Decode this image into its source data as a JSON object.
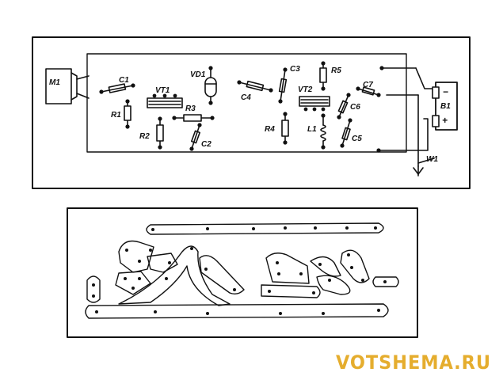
{
  "labels": {
    "m1": "M1",
    "c1": "C1",
    "vt1": "VT1",
    "vd1": "VD1",
    "c3": "C3",
    "r5": "R5",
    "c7": "C7",
    "r1": "R1",
    "r2": "R2",
    "r3": "R3",
    "c2": "C2",
    "c4": "C4",
    "vt2": "VT2",
    "c6": "C6",
    "b1": "B1",
    "r4": "R4",
    "l1": "L1",
    "c5": "C5",
    "w1": "W1",
    "minus": "−",
    "plus": "+"
  },
  "watermark": "VOTSHEMA.RU",
  "colors": {
    "ink": "#111111",
    "watermark": "#e5ad2e",
    "background": "#ffffff"
  }
}
